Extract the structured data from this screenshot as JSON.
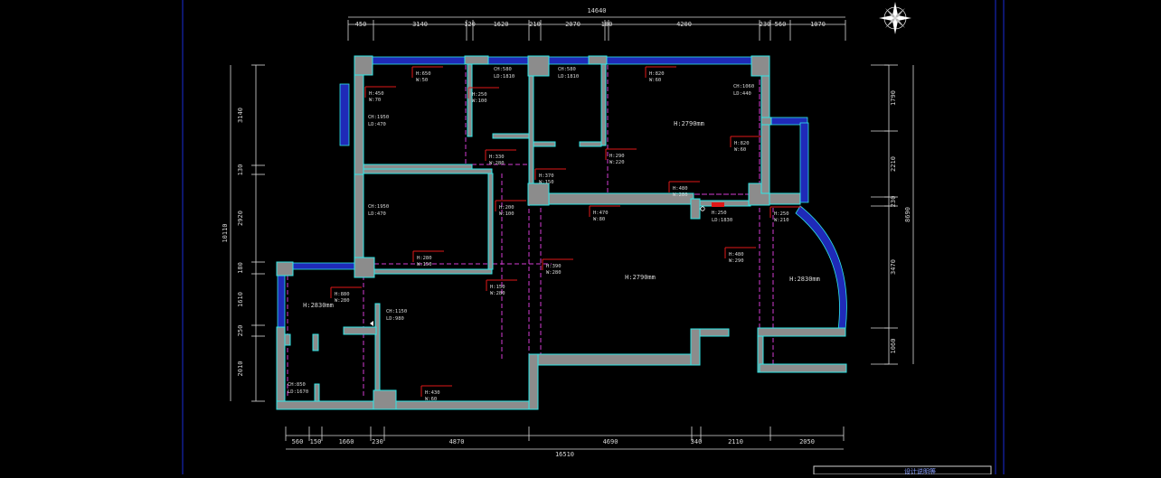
{
  "colors": {
    "background": "#000000",
    "frame": "#1a2bd8",
    "wall_outline": "#2ee6e6",
    "wall_fill": "#8c8c8c",
    "window": "#1f2ab8",
    "dimension": "#d9d9d9",
    "marker": "#e01818",
    "dashed": "#d23bd2",
    "text": "#d9d9d9"
  },
  "dimensions": {
    "top_total": "14640",
    "top_segments": [
      "450",
      "3140",
      "120",
      "1620",
      "210",
      "2070",
      "180",
      "4200",
      "230",
      "560",
      "1070"
    ],
    "bottom_total": "16510",
    "bottom_segments": [
      "560",
      "150",
      "1660",
      "230",
      "4870",
      "4690",
      "340",
      "2110",
      "2050"
    ],
    "left_total": "10110",
    "left_segments": [
      "3140",
      "130",
      "2920",
      "180",
      "1610",
      "250",
      "2010"
    ],
    "right_total": "8690",
    "right_segments": [
      "1790",
      "2210",
      "230",
      "3470",
      "1060"
    ]
  },
  "room_heights": [
    "H:2790mm",
    "H:2790mm",
    "H:2830mm",
    "H:2830mm"
  ],
  "marks": [
    {
      "h": "H:650",
      "w": "W:50"
    },
    {
      "h": "H:450",
      "w": "W:70"
    },
    {
      "h": "H:250",
      "w": "W:100"
    },
    {
      "h": "H:820",
      "w": "W:60"
    },
    {
      "h": "H:330",
      "w": "W:280"
    },
    {
      "h": "H:290",
      "w": "W:220"
    },
    {
      "h": "H:820",
      "w": "W:60"
    },
    {
      "h": "H:370",
      "w": "W:150"
    },
    {
      "h": "H:480",
      "w": "W:280"
    },
    {
      "h": "H:200",
      "w": "W:100"
    },
    {
      "h": "H:470",
      "w": "W:80"
    },
    {
      "h": "H:250",
      "w": "W:210"
    },
    {
      "h": "H:280",
      "w": "W:150"
    },
    {
      "h": "H:390",
      "w": "W:280"
    },
    {
      "h": "H:480",
      "w": "W:290"
    },
    {
      "h": "H:150",
      "w": "W:280"
    },
    {
      "h": "H:880",
      "w": "W:280"
    },
    {
      "h": "H:430",
      "w": "W:60"
    }
  ],
  "ceiling_notes": [
    {
      "ch": "CH:580",
      "ld": "LD:1810"
    },
    {
      "ch": "CH:580",
      "ld": "LD:1810"
    },
    {
      "ch": "CH:1060",
      "ld": "LD:440"
    },
    {
      "ch": "CH:1950",
      "ld": "LD:470"
    },
    {
      "ch": "CH:1950",
      "ld": "LD:470"
    },
    {
      "ch": "H:250",
      "ld": "LD:1830"
    },
    {
      "ch": "CH:1150",
      "ld": "LD:980"
    },
    {
      "ch": "CH:850",
      "ld": "LD:1670"
    }
  ],
  "title_block": {
    "text": "设计说明等"
  }
}
